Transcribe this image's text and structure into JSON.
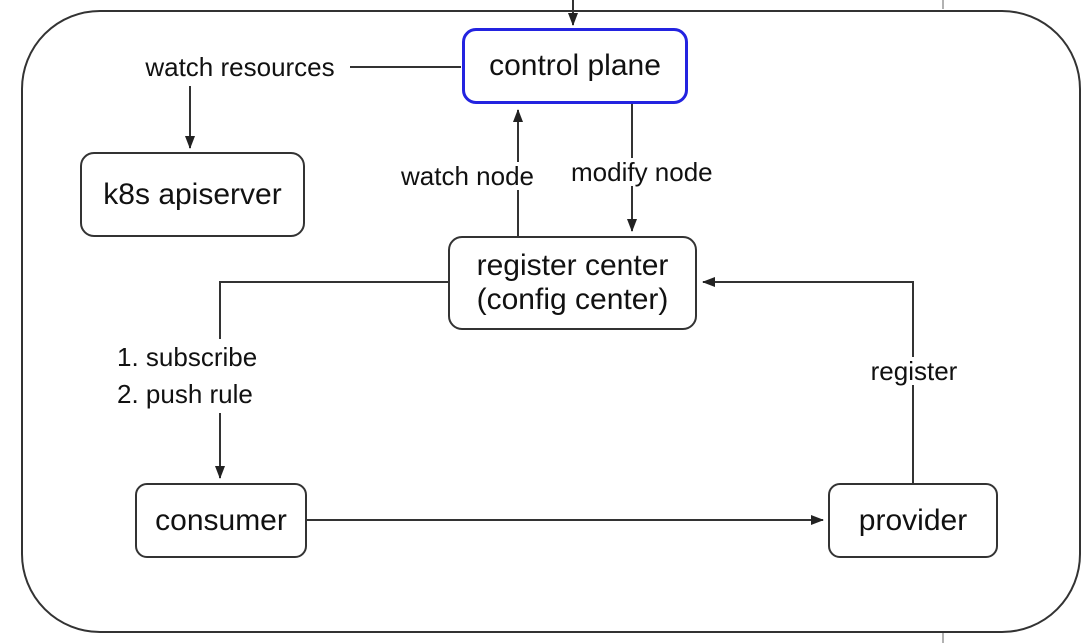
{
  "diagram": {
    "colors": {
      "accent_border": "#2323e0",
      "line": "#333333",
      "text": "#111111",
      "tick": "#999999",
      "background": "#ffffff"
    },
    "nodes": {
      "control_plane": {
        "label": "control plane"
      },
      "k8s_apiserver": {
        "label": "k8s apiserver"
      },
      "register_center": {
        "label_line1": "register center",
        "label_line2": "(config center)"
      },
      "consumer": {
        "label": "consumer"
      },
      "provider": {
        "label": "provider"
      }
    },
    "edges": {
      "watch_resources": {
        "label": "watch resources"
      },
      "watch_node": {
        "label": "watch node"
      },
      "modify_node": {
        "label": "modify node"
      },
      "subscribe": {
        "label_line1": "1. subscribe",
        "label_line2": "2. push rule"
      },
      "register": {
        "label": "register"
      }
    }
  }
}
